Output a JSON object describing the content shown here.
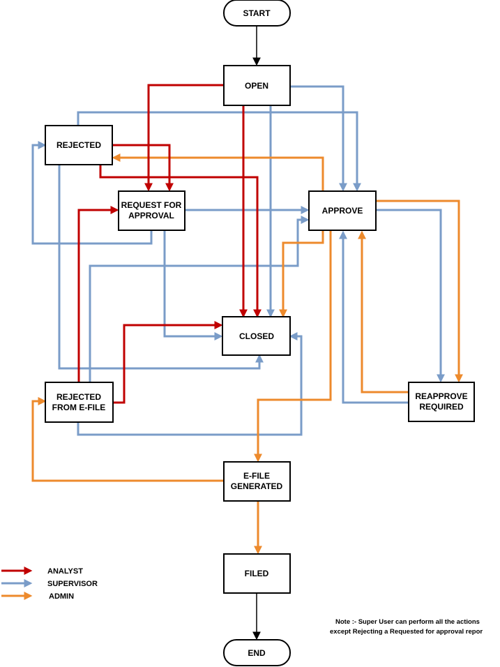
{
  "colors": {
    "analyst": "#C00000",
    "supervisor": "#7A9CC8",
    "admin": "#ED8A2C",
    "flow": "#000000"
  },
  "nodes": {
    "start": "START",
    "open": "OPEN",
    "rejected": "REJECTED",
    "request_for_approval": [
      "REQUEST FOR",
      "APPROVAL"
    ],
    "approve": "APPROVE",
    "closed": "CLOSED",
    "rejected_from_efile": [
      "REJECTED",
      "FROM E-FILE"
    ],
    "reapprove_required": [
      "REAPPROVE",
      "REQUIRED"
    ],
    "efile_generated": [
      "E-FILE",
      "GENERATED"
    ],
    "filed": "FILED",
    "end": "END"
  },
  "legend": [
    {
      "label": "ANALYST",
      "color": "#C00000"
    },
    {
      "label": "SUPERVISOR",
      "color": "#7A9CC8"
    },
    {
      "label": "ADMIN",
      "color": "#ED8A2C"
    }
  ],
  "note": [
    "Note :- Super User can perform all the actions",
    "except Rejecting a Requested for approval repor"
  ]
}
